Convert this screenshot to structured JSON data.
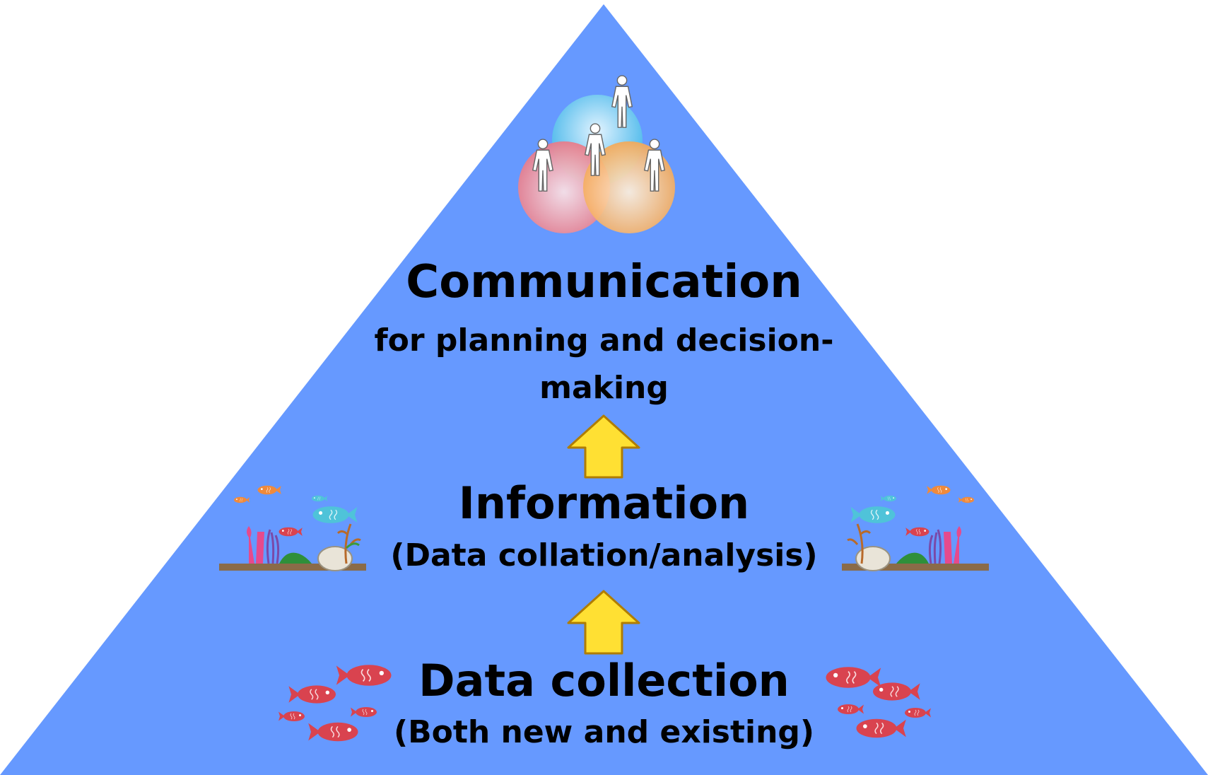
{
  "colors": {
    "pyramid": "#6699ff",
    "arrow_fill": "#ffe033",
    "arrow_stroke": "#b07d00",
    "circle_blue": "#3fb6e8",
    "circle_red": "#e8707e",
    "circle_orange": "#f4a24a",
    "fish_red": "#d9434f",
    "fish_teal": "#4fc3d9",
    "fish_orange": "#f08a3c"
  },
  "levels": {
    "top": {
      "title": "Communication",
      "subtitle_line1": "for planning and decision-",
      "subtitle_line2": "making",
      "icon": "people-on-overlapping-circles-icon"
    },
    "middle": {
      "title": "Information",
      "subtitle": "(Data collation/analysis)",
      "icon": "reef-scene-icon"
    },
    "bottom": {
      "title": "Data collection",
      "subtitle": "(Both new and existing)",
      "icon": "red-fish-school-icon"
    }
  },
  "arrows": [
    "up-arrow-icon",
    "up-arrow-icon"
  ]
}
